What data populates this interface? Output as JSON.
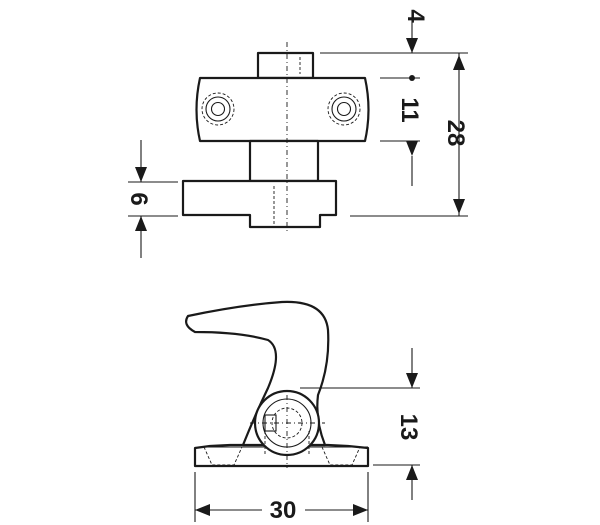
{
  "dimensions": {
    "top_gap": "4",
    "head_height": "11",
    "total_height": "28",
    "tab_height": "6",
    "hook_height": "13",
    "overall_width": "30"
  }
}
